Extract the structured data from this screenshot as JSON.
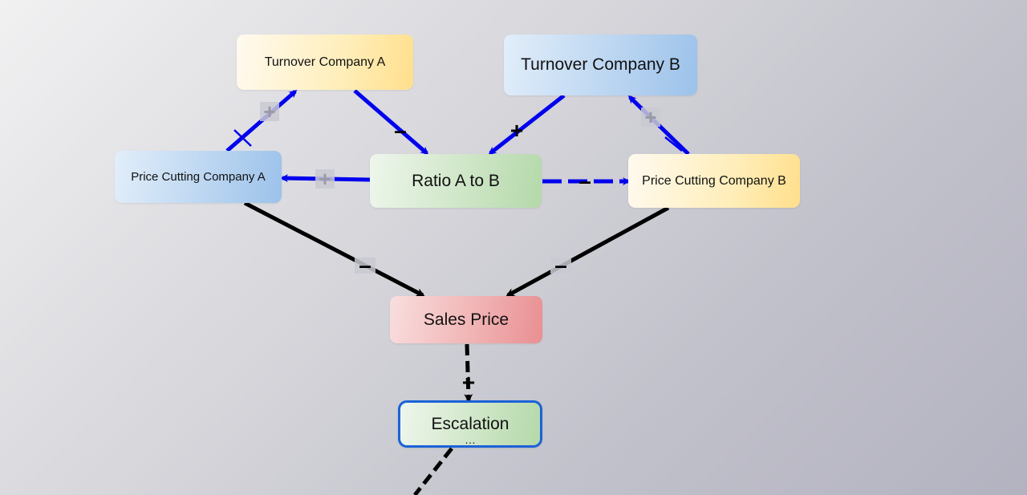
{
  "nodes": {
    "turnover_a": "Turnover Company A",
    "turnover_b": "Turnover Company B",
    "price_cutting_a": "Price Cutting Company A",
    "ratio": "Ratio A to B",
    "price_cutting_b": "Price Cutting Company B",
    "sales_price": "Sales Price",
    "escalation": "Escalation",
    "escalation_more": "…"
  },
  "polarity": {
    "plus": "+",
    "minus": "–"
  },
  "colors": {
    "feedback_link": "#0000ee",
    "causal_link": "#000000",
    "inactive_sign": "#9a9aa6",
    "selection": "#1c62d8"
  }
}
